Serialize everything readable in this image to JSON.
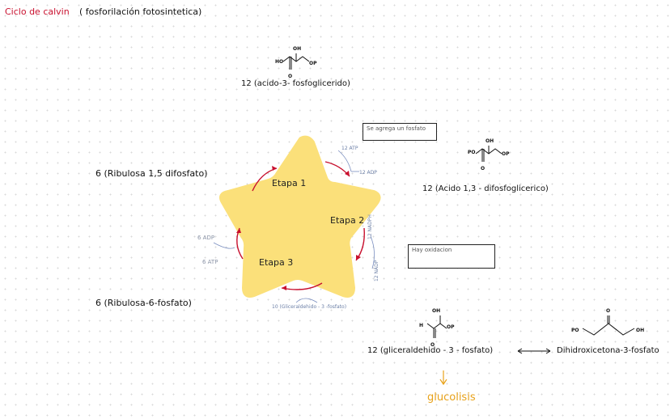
{
  "header": {
    "title_main": "Ciclo de calvin",
    "title_sub": "( fosforilación fotosintetica)"
  },
  "compounds": {
    "c1": "12 (acido-3- fosfoglicerido)",
    "c2": "12 (Acido 1,3 - difosfoglicerico)",
    "c3": "12 (gliceraldehido - 3 - fosfato)",
    "c4": "Dihidroxicetona-3-fosfato",
    "c5": "6 (Ribulosa 1,5 difosfato)",
    "c6": "6 (Ribulosa-6-fosfato)"
  },
  "stages": {
    "s1": "Etapa 1",
    "s2": "Etapa 2",
    "s3": "Etapa 3"
  },
  "notes": {
    "fosfato": "Se agrega un fosfato",
    "oxidacion": "Hay oxidacion"
  },
  "cofactors": {
    "adp6": "6 ADP",
    "atp6": "6 ATP",
    "atp12": "12 ATP",
    "adp12": "12 ADP",
    "nadph": "12 NADPH",
    "nadp": "12 NADP",
    "gliceral": "10 (Gliceraldehido - 3 -fosfato)"
  },
  "outputs": {
    "glucolisis": "glucolisis"
  },
  "molecules": {
    "oh": "OH",
    "ho": "HO",
    "op": "OP",
    "po": "PO",
    "o": "O",
    "h": "H"
  },
  "colors": {
    "star": "#fbe07a",
    "arrow_red": "#c8102e",
    "arrow_blue": "#7b8fc0",
    "orange": "#e8a21a",
    "title_red": "#c8102e"
  }
}
